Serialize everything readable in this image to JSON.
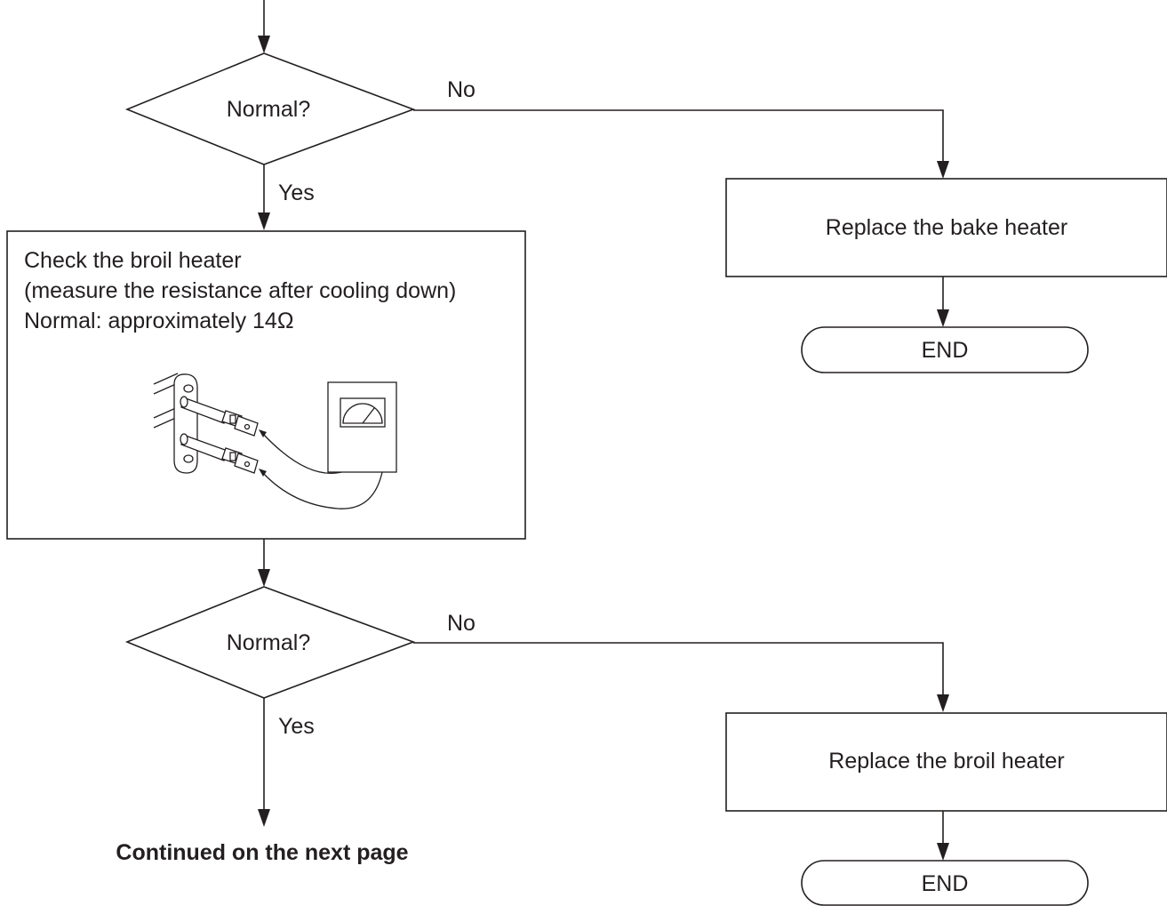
{
  "decision_1": {
    "question": "Normal?",
    "no_label": "No",
    "yes_label": "Yes"
  },
  "replace_bake": {
    "text": "Replace the bake heater"
  },
  "end_1": {
    "text": "END"
  },
  "check_broil": {
    "line1": "Check the broil heater",
    "line2": "(measure the resistance after cooling down)",
    "line3": "Normal: approximately 14Ω"
  },
  "decision_2": {
    "question": "Normal?",
    "no_label": "No",
    "yes_label": "Yes"
  },
  "replace_broil": {
    "text": "Replace the broil heater"
  },
  "end_2": {
    "text": "END"
  },
  "continued": {
    "text": "Continued on the next page"
  }
}
